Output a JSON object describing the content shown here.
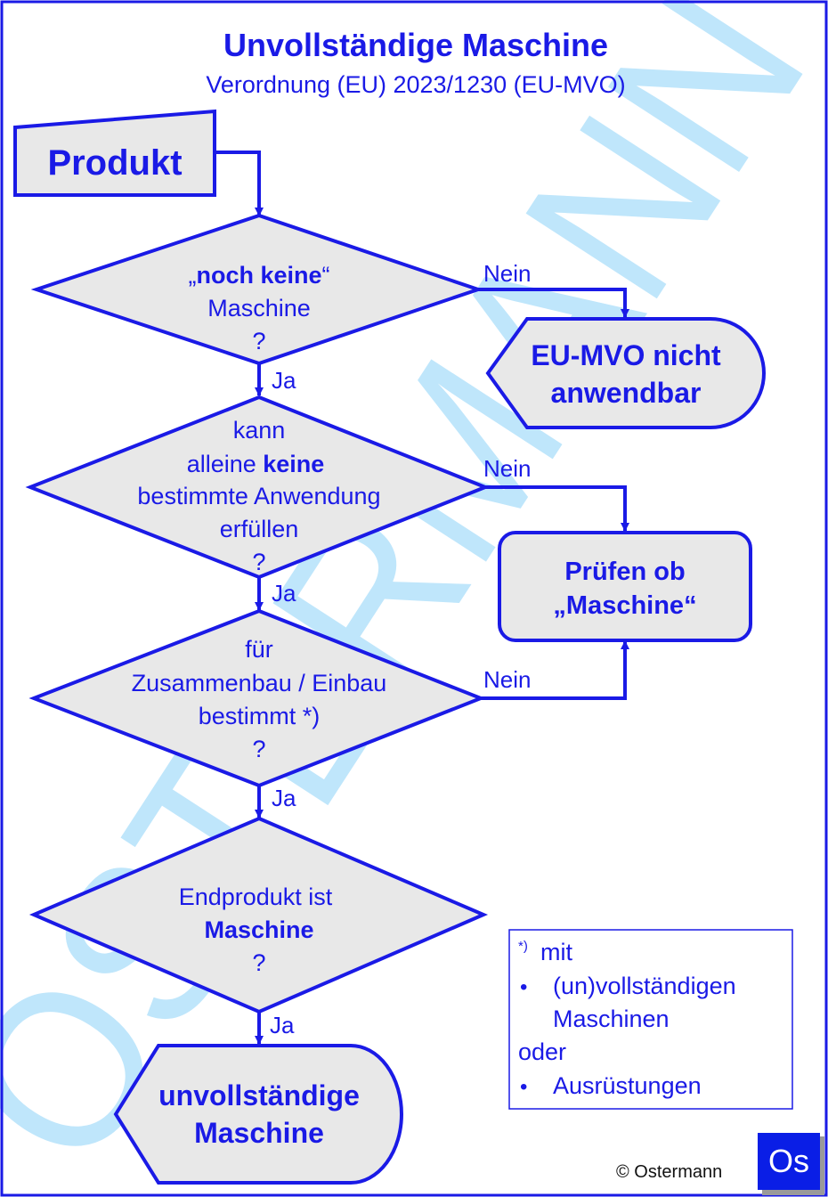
{
  "colors": {
    "primary": "#1a1ae6",
    "node_fill": "#e8e8e8",
    "watermark": "#bfe6fb",
    "logo_bg": "#0a1ee6"
  },
  "title": "Unvollständige Maschine",
  "subtitle": "Verordnung (EU) 2023/1230 (EU-MVO)",
  "watermark": "OSTERMANN",
  "nodes": {
    "start": "Produkt",
    "q1": {
      "pre": "„",
      "bold": "noch keine",
      "post": "“",
      "line2": "Maschine",
      "line3": "?"
    },
    "q2": {
      "line1": "kann",
      "line2_pre": "alleine ",
      "line2_bold": "keine",
      "line3": "bestimmte Anwendung",
      "line4": "erfüllen",
      "line5": "?"
    },
    "q3": {
      "line1": "für",
      "line2": "Zusammenbau / Einbau",
      "line3": "bestimmt *)",
      "line4": "?"
    },
    "q4": {
      "line1": "Endprodukt ist",
      "line2_bold": "Maschine",
      "line3": "?"
    },
    "end_not_applicable": {
      "line1": "EU-MVO nicht",
      "line2": "anwendbar"
    },
    "check_machine": {
      "line1": "Prüfen ob",
      "line2": "„Maschine“"
    },
    "end_incomplete": {
      "line1": "unvollständige",
      "line2": "Maschine"
    }
  },
  "edge_labels": {
    "yes": "Ja",
    "no": "Nein"
  },
  "footnote": {
    "marker": "*)",
    "intro": "mit",
    "bullet1_line1": "(un)vollständigen",
    "bullet1_line2": "Maschinen",
    "connector": "oder",
    "bullet2": "Ausrüstungen",
    "bullet_glyph": "•"
  },
  "copyright": "© Ostermann",
  "logo_text": "Os"
}
